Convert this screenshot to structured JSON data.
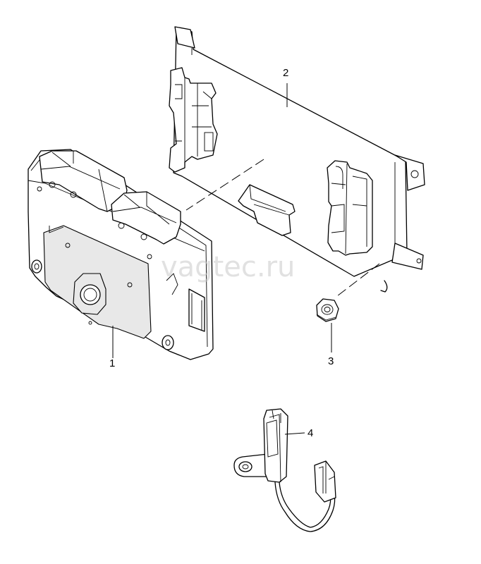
{
  "watermark": "vagtec.ru",
  "callouts": [
    {
      "id": "1",
      "label": "1"
    },
    {
      "id": "2",
      "label": "2"
    },
    {
      "id": "3",
      "label": "3"
    },
    {
      "id": "4",
      "label": "4"
    }
  ]
}
